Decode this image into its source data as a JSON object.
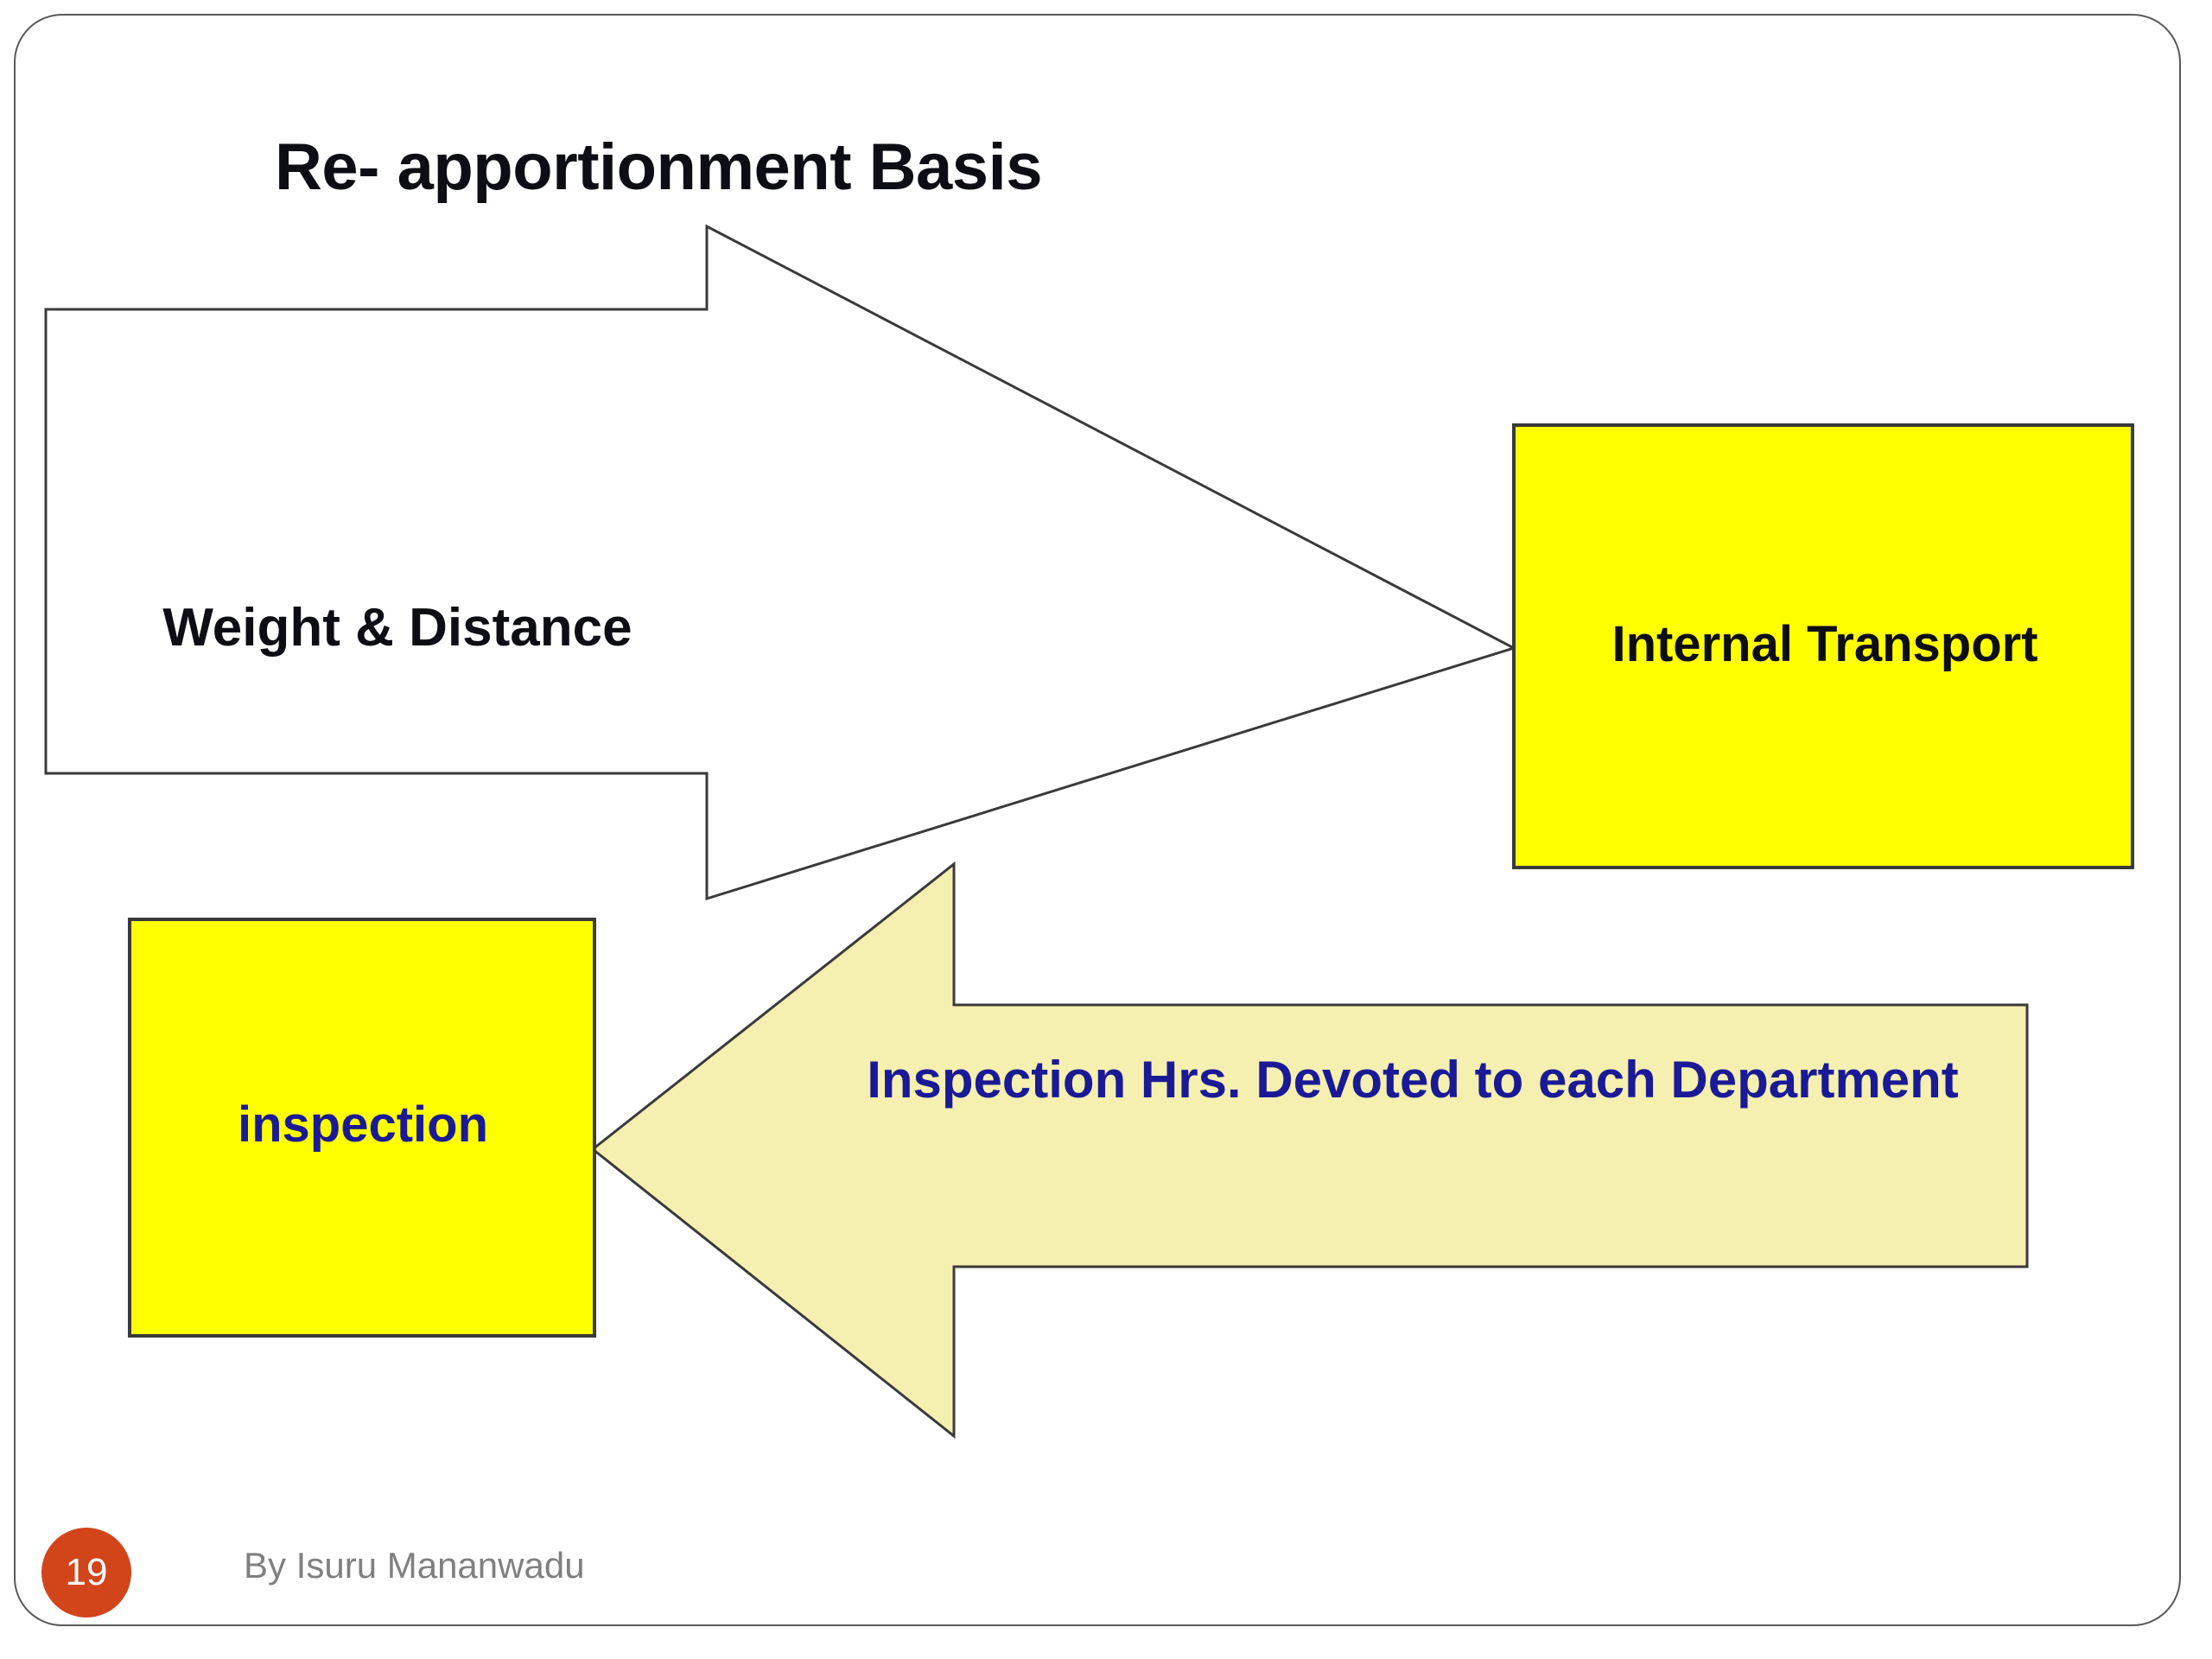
{
  "slide": {
    "title": "Re- apportionment Basis",
    "colors": {
      "title_text": "#0d0d14",
      "box_yellow": "#ffff00",
      "arrow_pale_yellow": "#f5f0b0",
      "arrow_white": "#ffffff",
      "navy_text": "#1a1a96",
      "black_text": "#0d0d14",
      "shape_outline": "#3a3a3a",
      "badge_orange": "#d2451a",
      "footer_text": "#808080",
      "frame_border": "#5a5a5a"
    }
  },
  "diagram": {
    "rows": [
      {
        "arrow": {
          "name": "weight-distance-arrow",
          "direction": "right",
          "label": "Weight & Distance",
          "fill": "#ffffff",
          "stroke": "#3a3a3a",
          "label_color": "#0d0d14"
        },
        "target_box": {
          "name": "internal-transport-box",
          "label": "Internal Transport",
          "fill": "#ffff00",
          "stroke": "#3a3a3a",
          "label_color": "#0d0d14"
        }
      },
      {
        "arrow": {
          "name": "inspection-hours-arrow",
          "direction": "left",
          "label": "Inspection Hrs. Devoted to each Department",
          "fill": "#f5f0b0",
          "stroke": "#3a3a3a",
          "label_color": "#1a1a96"
        },
        "target_box": {
          "name": "inspection-box",
          "label": "inspection",
          "fill": "#ffff00",
          "stroke": "#3a3a3a",
          "label_color": "#1a1a96"
        }
      }
    ]
  },
  "footer": {
    "page_number": "19",
    "author": "By Isuru Mananwadu"
  }
}
